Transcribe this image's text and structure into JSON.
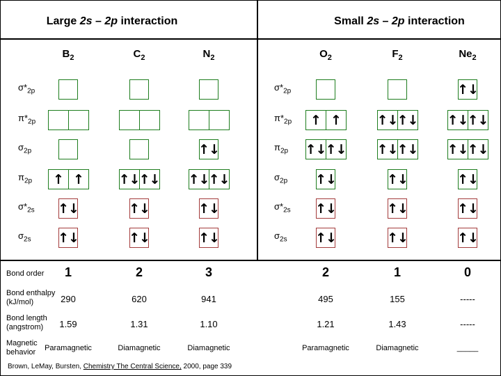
{
  "colors": {
    "p_orbital_box": "#1e7d1e",
    "s_orbital_box": "#a33b3b",
    "text": "#000000"
  },
  "glyphs": {
    "spin_up": "↑",
    "spin_down": "↓"
  },
  "left_panel": {
    "title": {
      "prefix": "Large ",
      "italic1": "2s",
      "dash": " – ",
      "italic2": "2p",
      "suffix": " interaction"
    },
    "molecules": [
      {
        "symbol": "B",
        "sub": "2"
      },
      {
        "symbol": "C",
        "sub": "2"
      },
      {
        "symbol": "N",
        "sub": "2"
      }
    ],
    "orbital_rows": [
      {
        "sym": "σ",
        "star": "*",
        "sub": "2p",
        "kind": "single",
        "color": "green"
      },
      {
        "sym": "π",
        "star": "*",
        "sub": "2p",
        "kind": "double",
        "color": "green"
      },
      {
        "sym": "σ",
        "star": "",
        "sub": "2p",
        "kind": "single",
        "color": "green"
      },
      {
        "sym": "π",
        "star": "",
        "sub": "2p",
        "kind": "double",
        "color": "green"
      },
      {
        "sym": "σ",
        "star": "*",
        "sub": "2s",
        "kind": "single",
        "color": "red"
      },
      {
        "sym": "σ",
        "star": "",
        "sub": "2s",
        "kind": "single",
        "color": "red"
      }
    ],
    "occupations": [
      [
        [
          ""
        ],
        [
          "",
          ""
        ],
        [
          ""
        ],
        [
          "u",
          "u"
        ],
        [
          "ud"
        ],
        [
          "ud"
        ]
      ],
      [
        [
          ""
        ],
        [
          "",
          ""
        ],
        [
          ""
        ],
        [
          "ud",
          "ud"
        ],
        [
          "ud"
        ],
        [
          "ud"
        ]
      ],
      [
        [
          ""
        ],
        [
          "",
          ""
        ],
        [
          "ud"
        ],
        [
          "ud",
          "ud"
        ],
        [
          "ud"
        ],
        [
          "ud"
        ]
      ]
    ]
  },
  "right_panel": {
    "title": {
      "prefix": "Small ",
      "italic1": "2s",
      "dash": " – ",
      "italic2": "2p",
      "suffix": " interaction"
    },
    "molecules": [
      {
        "symbol": "O",
        "sub": "2"
      },
      {
        "symbol": "F",
        "sub": "2"
      },
      {
        "symbol": "Ne",
        "sub": "2"
      }
    ],
    "orbital_rows": [
      {
        "sym": "σ",
        "star": "*",
        "sub": "2p",
        "kind": "single",
        "color": "green"
      },
      {
        "sym": "π",
        "star": "*",
        "sub": "2p",
        "kind": "double",
        "color": "green"
      },
      {
        "sym": "π",
        "star": "",
        "sub": "2p",
        "kind": "double",
        "color": "green"
      },
      {
        "sym": "σ",
        "star": "",
        "sub": "2p",
        "kind": "single",
        "color": "green"
      },
      {
        "sym": "σ",
        "star": "*",
        "sub": "2s",
        "kind": "single",
        "color": "red"
      },
      {
        "sym": "σ",
        "star": "",
        "sub": "2s",
        "kind": "single",
        "color": "red"
      }
    ],
    "occupations": [
      [
        [
          ""
        ],
        [
          "u",
          "u"
        ],
        [
          "ud",
          "ud"
        ],
        [
          "ud"
        ],
        [
          "ud"
        ],
        [
          "ud"
        ]
      ],
      [
        [
          ""
        ],
        [
          "ud",
          "ud"
        ],
        [
          "ud",
          "ud"
        ],
        [
          "ud"
        ],
        [
          "ud"
        ],
        [
          "ud"
        ]
      ],
      [
        [
          "ud"
        ],
        [
          "ud",
          "ud"
        ],
        [
          "ud",
          "ud"
        ],
        [
          "ud"
        ],
        [
          "ud"
        ],
        [
          "ud"
        ]
      ]
    ]
  },
  "properties_table": {
    "rows": [
      {
        "label_lines": [
          "Bond order"
        ],
        "style": "bo",
        "values": [
          "1",
          "2",
          "3",
          "2",
          "1",
          "0"
        ]
      },
      {
        "label_lines": [
          "Bond enthalpy",
          "(kJ/mol)"
        ],
        "style": "num",
        "values": [
          "290",
          "620",
          "941",
          "495",
          "155",
          "-----"
        ]
      },
      {
        "label_lines": [
          "Bond length",
          "(angstrom)"
        ],
        "style": "num",
        "values": [
          "1.59",
          "1.31",
          "1.10",
          "1.21",
          "1.43",
          "-----"
        ]
      },
      {
        "label_lines": [
          "Magnetic",
          "behavior"
        ],
        "style": "mag",
        "values": [
          "Paramagnetic",
          "Diamagnetic",
          "Diamagnetic",
          "Paramagnetic",
          "Diamagnetic",
          "_____"
        ]
      }
    ]
  },
  "citation": {
    "prefix": "Brown, LeMay, Bursten, ",
    "underlined": "Chemistry The Central Science,",
    "suffix": " 2000, page 339"
  }
}
